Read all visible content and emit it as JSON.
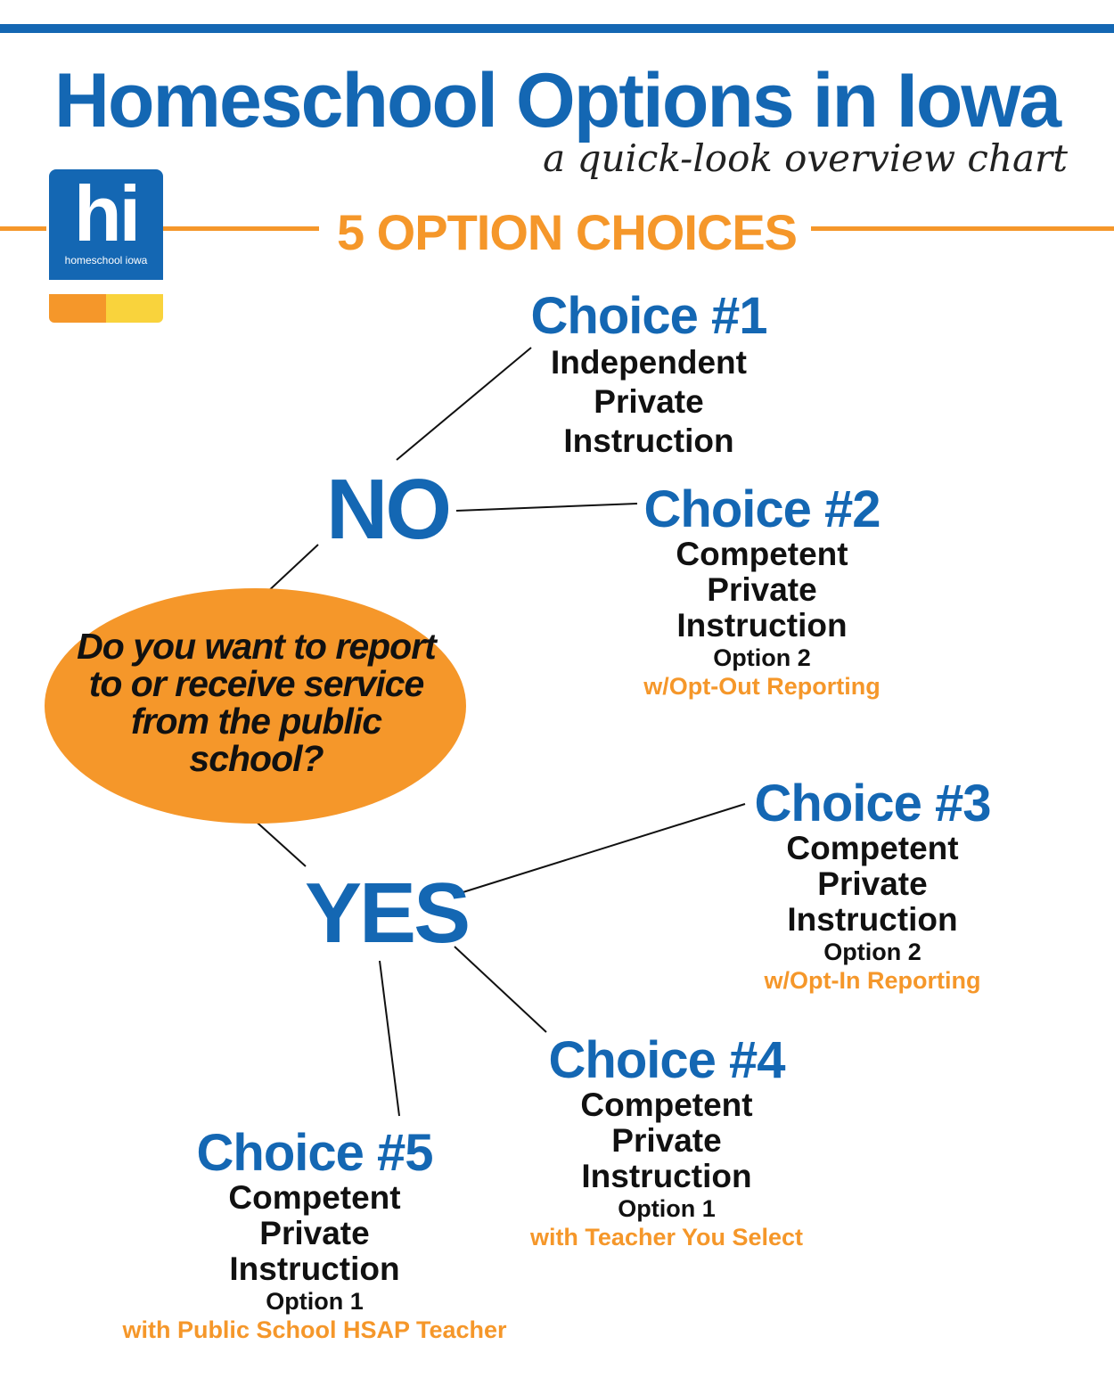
{
  "header": {
    "title": "Homeschool Options in Iowa",
    "subtitle": "a quick-look overview chart",
    "section_heading": "5 OPTION CHOICES"
  },
  "logo": {
    "mark": "hi",
    "wordmark": "homeschool iowa"
  },
  "colors": {
    "brand_blue": "#1467b3",
    "accent_orange": "#f5972a",
    "logo_yellow": "#f9d33c",
    "text_dark": "#111111"
  },
  "diagram": {
    "question": "Do you want to report to or receive service from the public school?",
    "no_label": "NO",
    "yes_label": "YES",
    "choices": [
      {
        "title": "Choice #1",
        "lines": [
          "Independent",
          "Private",
          "Instruction"
        ],
        "option": "",
        "note": ""
      },
      {
        "title": "Choice #2",
        "lines": [
          "Competent",
          "Private",
          "Instruction"
        ],
        "option": "Option 2",
        "note": "w/Opt-Out Reporting"
      },
      {
        "title": "Choice #3",
        "lines": [
          "Competent",
          "Private",
          "Instruction"
        ],
        "option": "Option 2",
        "note": "w/Opt-In Reporting"
      },
      {
        "title": "Choice #4",
        "lines": [
          "Competent",
          "Private",
          "Instruction"
        ],
        "option": "Option 1",
        "note": "with Teacher You Select"
      },
      {
        "title": "Choice #5",
        "lines": [
          "Competent",
          "Private",
          "Instruction"
        ],
        "option": "Option 1",
        "note": "with Public School HSAP Teacher"
      }
    ]
  }
}
